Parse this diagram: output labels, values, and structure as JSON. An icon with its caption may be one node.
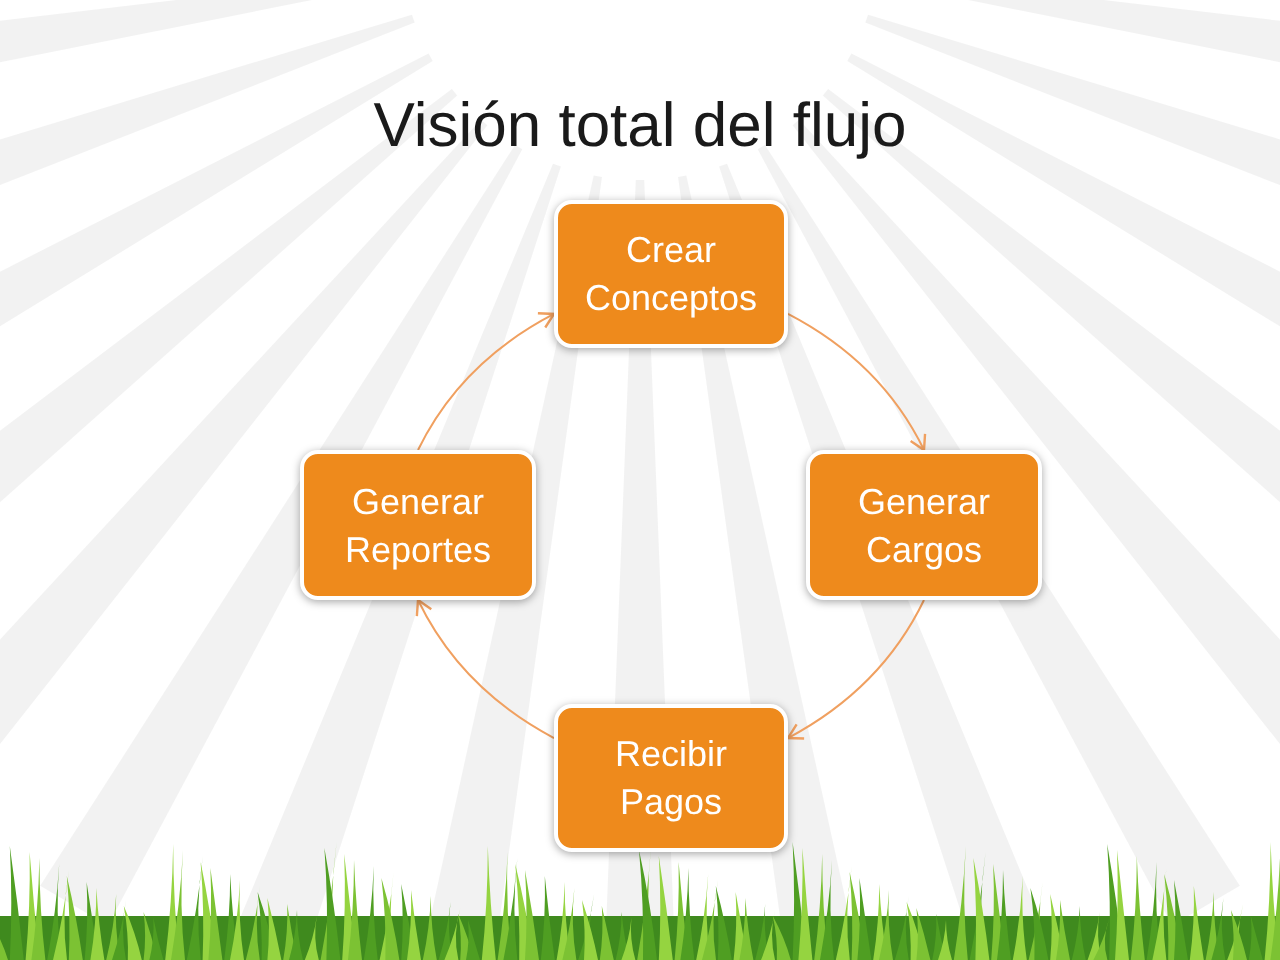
{
  "diagram": {
    "title": "Visión total del flujo",
    "nodes": [
      {
        "text": [
          "Crear Conceptos"
        ]
      },
      {
        "text": [
          "Generar Cargos"
        ]
      },
      {
        "text": [
          "Recibir Pagos"
        ]
      },
      {
        "text": [
          "Generar Reportes"
        ]
      }
    ],
    "edges": [
      {
        "from": 0,
        "to": 1,
        "arrow": "to"
      },
      {
        "from": 1,
        "to": 2,
        "arrow": "to"
      },
      {
        "from": 2,
        "to": 3,
        "arrow": "to"
      },
      {
        "from": 3,
        "to": 0,
        "arrow": "to"
      }
    ]
  }
}
